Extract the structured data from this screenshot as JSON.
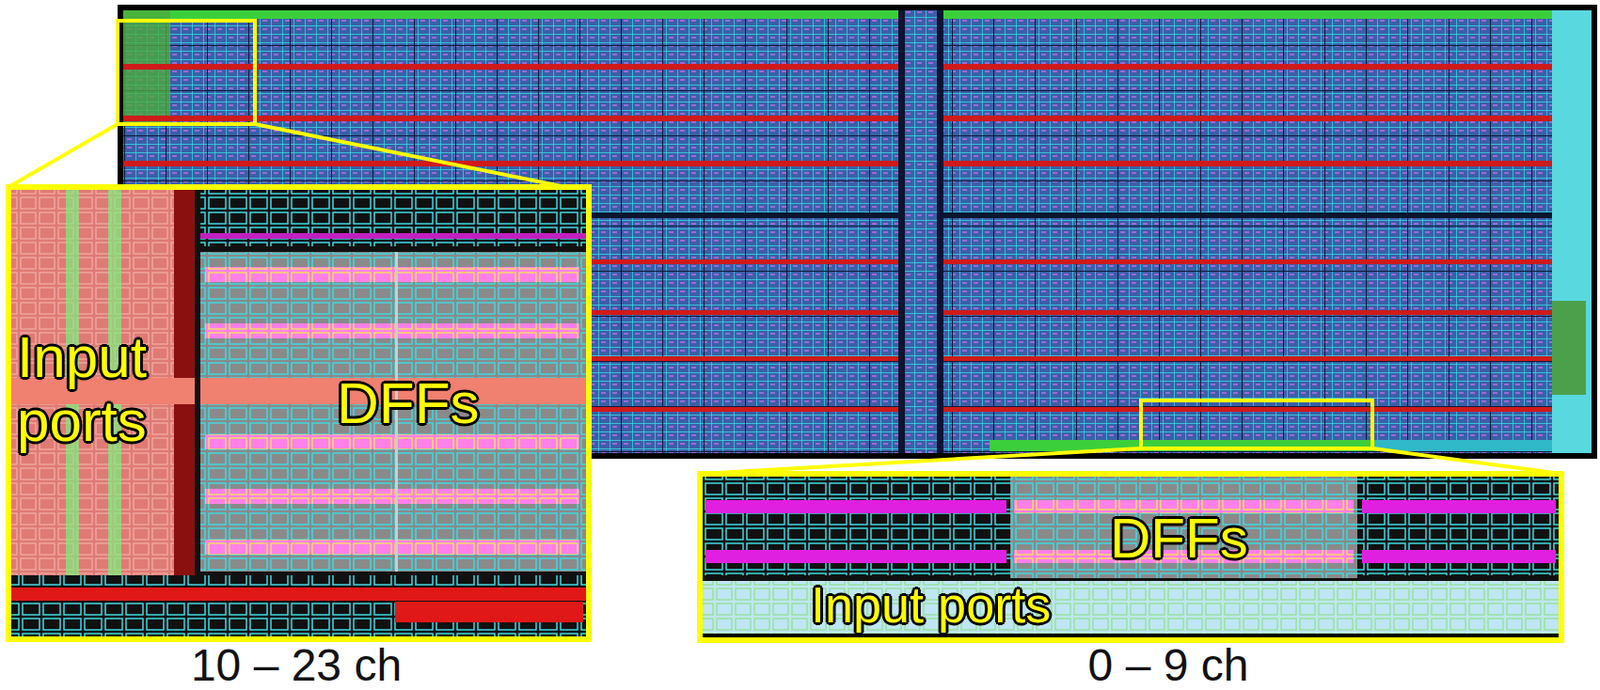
{
  "diagram": {
    "labels": [
      "Input ports",
      "DFFs",
      "DFFs",
      "Input ports",
      "10 – 23 ch",
      "0 – 9 ch"
    ]
  }
}
